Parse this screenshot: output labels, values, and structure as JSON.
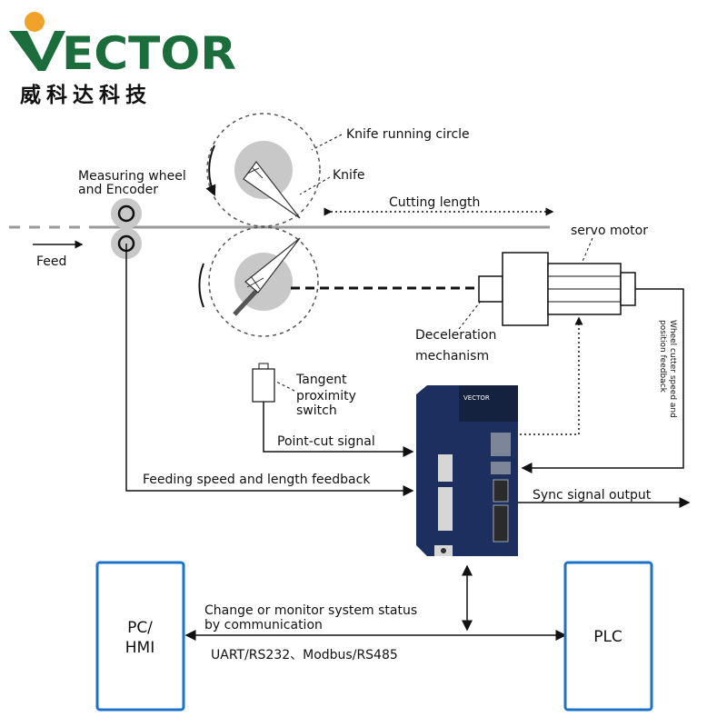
{
  "logo": {
    "brand": "VECTOR",
    "chinese": "威科达科技",
    "colors": {
      "brand_green": "#1b6e3c",
      "orange_dot": "#f0a22a"
    }
  },
  "labels": {
    "knife_running_circle": "Knife running circle",
    "knife": "Knife",
    "measuring_wheel_line1": "Measuring wheel",
    "measuring_wheel_line2": "and Encoder",
    "cutting_length": "Cutting length",
    "servo_motor": "servo motor",
    "feed": "Feed",
    "deceleration_line1": "Deceleration",
    "deceleration_line2": "mechanism",
    "tangent_line1": "Tangent",
    "tangent_line2": "proximity",
    "tangent_line3": "switch",
    "point_cut_signal": "Point-cut signal",
    "feeding_feedback": "Feeding speed and length feedback",
    "sync_signal_output": "Sync signal output",
    "wheel_feedback_line1": "Wheel cutter speed and",
    "wheel_feedback_line2": "position feedback",
    "comm_line1": "Change or monitor system status",
    "comm_line2": "by communication",
    "protocols": "UART/RS232、Modbus/RS485",
    "pc_hmi_line1": "PC/",
    "pc_hmi_line2": "HMI",
    "plc": "PLC",
    "drive_brand": "VECTOR"
  },
  "colors": {
    "box_border": "#1a73c8",
    "drive_body": "#1d2f5e",
    "drive_top": "#14213f",
    "wheel_gray": "#c8c8c8",
    "line": "#111111",
    "feed_line": "#9a9a9a"
  }
}
